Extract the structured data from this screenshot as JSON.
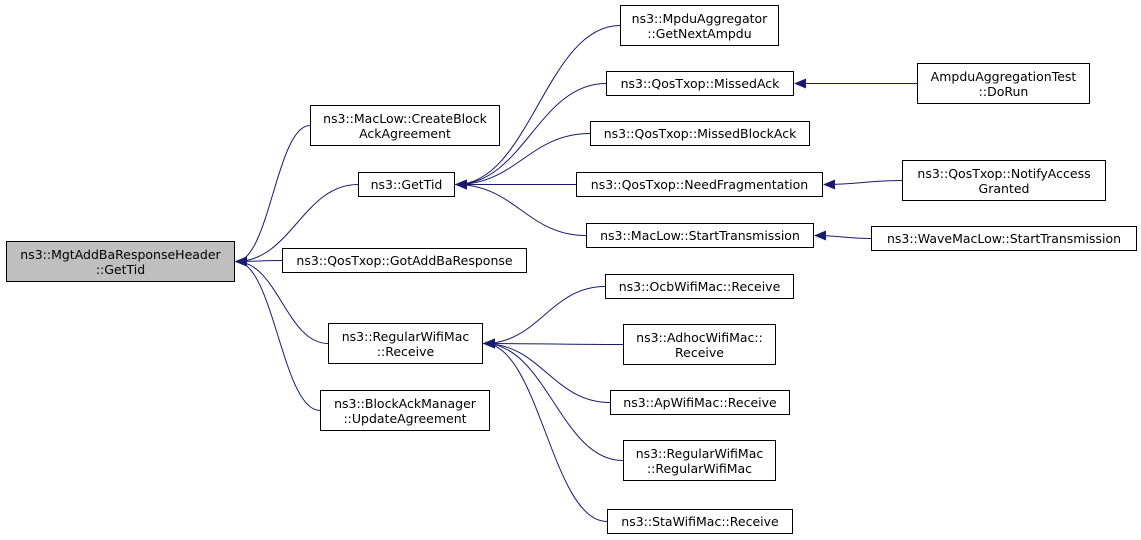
{
  "colors": {
    "edge": "#191970",
    "node_border": "#000000",
    "node_fill": "#ffffff",
    "root_fill": "#bfbfbf"
  },
  "nodes": {
    "root": [
      "ns3::MgtAddBaResponseHeader",
      "::GetTid"
    ],
    "createBlockAck": [
      "ns3::MacLow::CreateBlock",
      "AckAgreement"
    ],
    "getTid": [
      "ns3::GetTid"
    ],
    "gotAddBa": [
      "ns3::QosTxop::GotAddBaResponse"
    ],
    "regularReceive": [
      "ns3::RegularWifiMac",
      "::Receive"
    ],
    "updateAgreement": [
      "ns3::BlockAckManager",
      "::UpdateAgreement"
    ],
    "getNextAmpdu": [
      "ns3::MpduAggregator",
      "::GetNextAmpdu"
    ],
    "missedAck": [
      "ns3::QosTxop::MissedAck"
    ],
    "missedBlockAck": [
      "ns3::QosTxop::MissedBlockAck"
    ],
    "needFrag": [
      "ns3::QosTxop::NeedFragmentation"
    ],
    "startTx": [
      "ns3::MacLow::StartTransmission"
    ],
    "ampduTest": [
      "AmpduAggregationTest",
      "::DoRun"
    ],
    "notifyAccess": [
      "ns3::QosTxop::NotifyAccess",
      "Granted"
    ],
    "waveStartTx": [
      "ns3::WaveMacLow::StartTransmission"
    ],
    "ocbReceive": [
      "ns3::OcbWifiMac::Receive"
    ],
    "adhocReceive": [
      "ns3::AdhocWifiMac::",
      "Receive"
    ],
    "apReceive": [
      "ns3::ApWifiMac::Receive"
    ],
    "regularCtor": [
      "ns3::RegularWifiMac",
      "::RegularWifiMac"
    ],
    "staReceive": [
      "ns3::StaWifiMac::Receive"
    ]
  },
  "edges": [
    [
      "createBlockAck",
      "root"
    ],
    [
      "getTid",
      "root"
    ],
    [
      "gotAddBa",
      "root"
    ],
    [
      "regularReceive",
      "root"
    ],
    [
      "updateAgreement",
      "root"
    ],
    [
      "getNextAmpdu",
      "getTid"
    ],
    [
      "missedAck",
      "getTid"
    ],
    [
      "missedBlockAck",
      "getTid"
    ],
    [
      "needFrag",
      "getTid"
    ],
    [
      "startTx",
      "getTid"
    ],
    [
      "ampduTest",
      "missedAck"
    ],
    [
      "notifyAccess",
      "needFrag"
    ],
    [
      "waveStartTx",
      "startTx"
    ],
    [
      "ocbReceive",
      "regularReceive"
    ],
    [
      "adhocReceive",
      "regularReceive"
    ],
    [
      "apReceive",
      "regularReceive"
    ],
    [
      "regularCtor",
      "regularReceive"
    ],
    [
      "staReceive",
      "regularReceive"
    ]
  ]
}
